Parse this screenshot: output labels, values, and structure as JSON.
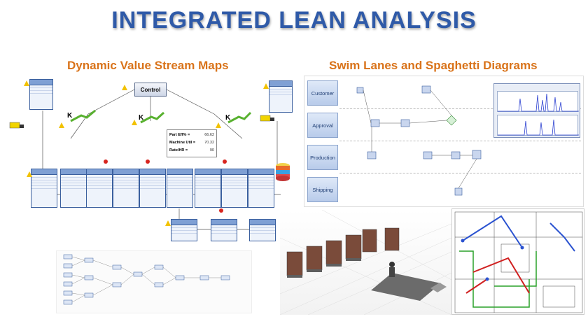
{
  "title": "INTEGRATED LEAN ANALYSIS",
  "sections": {
    "vsm_title": "Dynamic Value Stream Maps",
    "swim_title": "Swim Lanes and Spaghetti Diagrams"
  },
  "vsm": {
    "control_label": "Control",
    "stats": [
      {
        "label": "Part Eff% =",
        "value": "66.62"
      },
      {
        "label": "Machine Util =",
        "value": "70.32"
      },
      {
        "label": "Rate/HR =",
        "value": "90"
      }
    ]
  },
  "swimlanes": {
    "lanes": [
      "Customer",
      "Approval",
      "Production",
      "Shipping"
    ]
  },
  "colors": {
    "title_blue": "#2f5aa8",
    "subtitle_orange": "#d9731a",
    "lane_blue": "#1e3d73"
  }
}
